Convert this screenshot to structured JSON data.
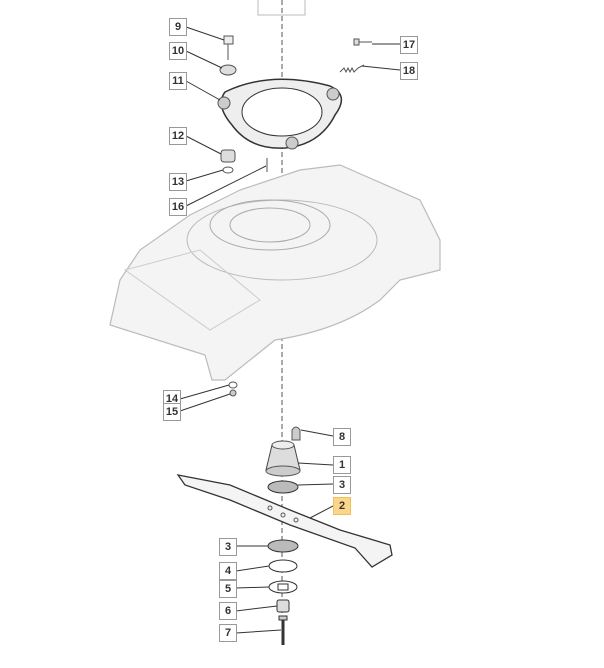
{
  "diagram": {
    "highlight_color": "#fbd68a",
    "callouts": [
      {
        "id": "9",
        "label": "9"
      },
      {
        "id": "10",
        "label": "10"
      },
      {
        "id": "11",
        "label": "11"
      },
      {
        "id": "12",
        "label": "12"
      },
      {
        "id": "13",
        "label": "13"
      },
      {
        "id": "16",
        "label": "16"
      },
      {
        "id": "17",
        "label": "17"
      },
      {
        "id": "18",
        "label": "18"
      },
      {
        "id": "14",
        "label": "14"
      },
      {
        "id": "15",
        "label": "15"
      },
      {
        "id": "8",
        "label": "8"
      },
      {
        "id": "1",
        "label": "1"
      },
      {
        "id": "3a",
        "label": "3"
      },
      {
        "id": "2",
        "label": "2",
        "highlighted": true
      },
      {
        "id": "3b",
        "label": "3"
      },
      {
        "id": "4",
        "label": "4"
      },
      {
        "id": "5",
        "label": "5"
      },
      {
        "id": "6",
        "label": "6"
      },
      {
        "id": "7",
        "label": "7"
      }
    ]
  }
}
